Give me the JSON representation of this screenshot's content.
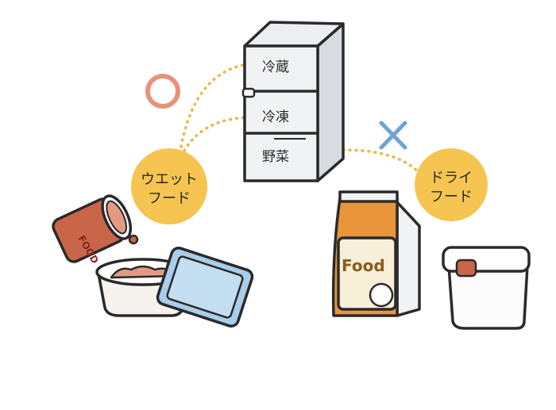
{
  "fridge": {
    "compartments": [
      "冷蔵",
      "冷凍",
      "野菜"
    ]
  },
  "wet_food": {
    "line1": "ウエット",
    "line2": "フード",
    "mark": "○",
    "can_label": "FOOD"
  },
  "dry_food": {
    "line1": "ドライ",
    "line2": "フード",
    "mark": "×",
    "bag_label": "Food"
  },
  "colors": {
    "badge": "#f6c451",
    "circle_mark": "#e8927a",
    "cross_mark": "#6fa3d6",
    "dotted_line": "#e8b94a",
    "food": "#c9664a",
    "lid": "#a9cdea"
  }
}
